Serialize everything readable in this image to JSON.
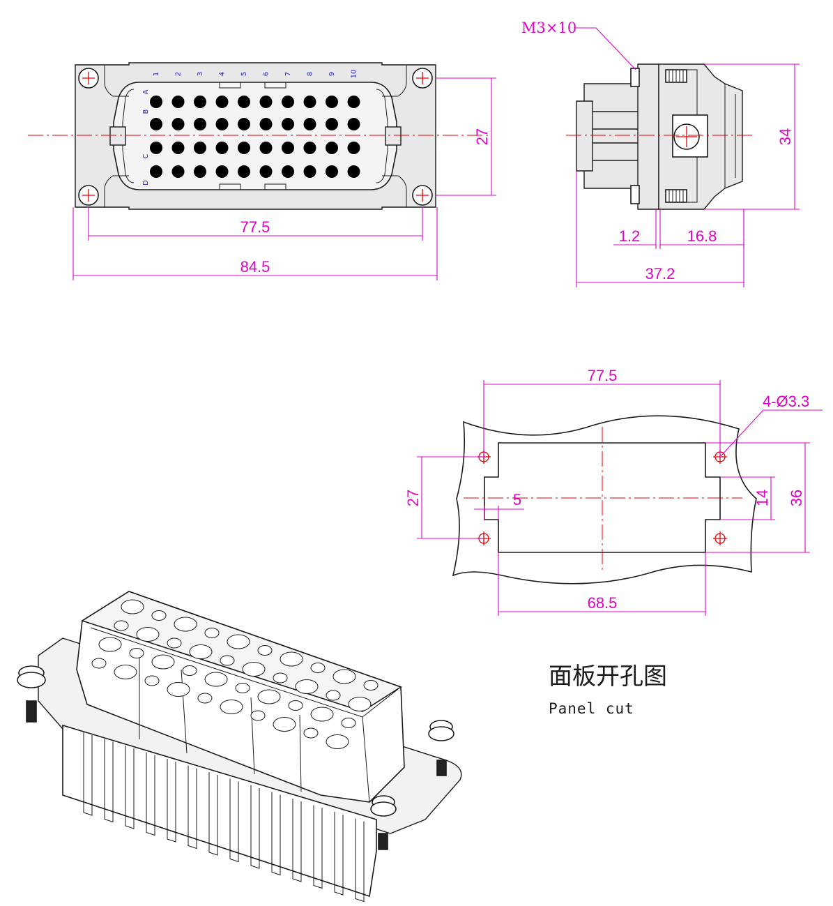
{
  "front_view": {
    "column_labels": [
      "1",
      "2",
      "3",
      "4",
      "5",
      "6",
      "7",
      "8",
      "9",
      "10"
    ],
    "row_labels": [
      "A",
      "B",
      "C",
      "D"
    ],
    "dim_height": "27",
    "dim_hole_spacing": "77.5",
    "dim_total_width": "84.5"
  },
  "side_view": {
    "screw_label": "M3×10",
    "dim_height": "34",
    "dim_thickness": "1.2",
    "dim_depth": "16.8",
    "dim_total": "37.2"
  },
  "panel_cut": {
    "dim_hole_spacing": "77.5",
    "dim_holes": "4-Ø3.3",
    "dim_vertical_spacing": "27",
    "dim_offset": "5",
    "dim_notch": "14",
    "dim_height": "36",
    "dim_cut_width": "68.5",
    "title_cn": "面板开孔图",
    "title_en": "Panel cut"
  },
  "colors": {
    "dimension": "#e000c8",
    "centerline": "#e00000",
    "outline": "#1a1a1a",
    "letters": "#1a1acc"
  }
}
